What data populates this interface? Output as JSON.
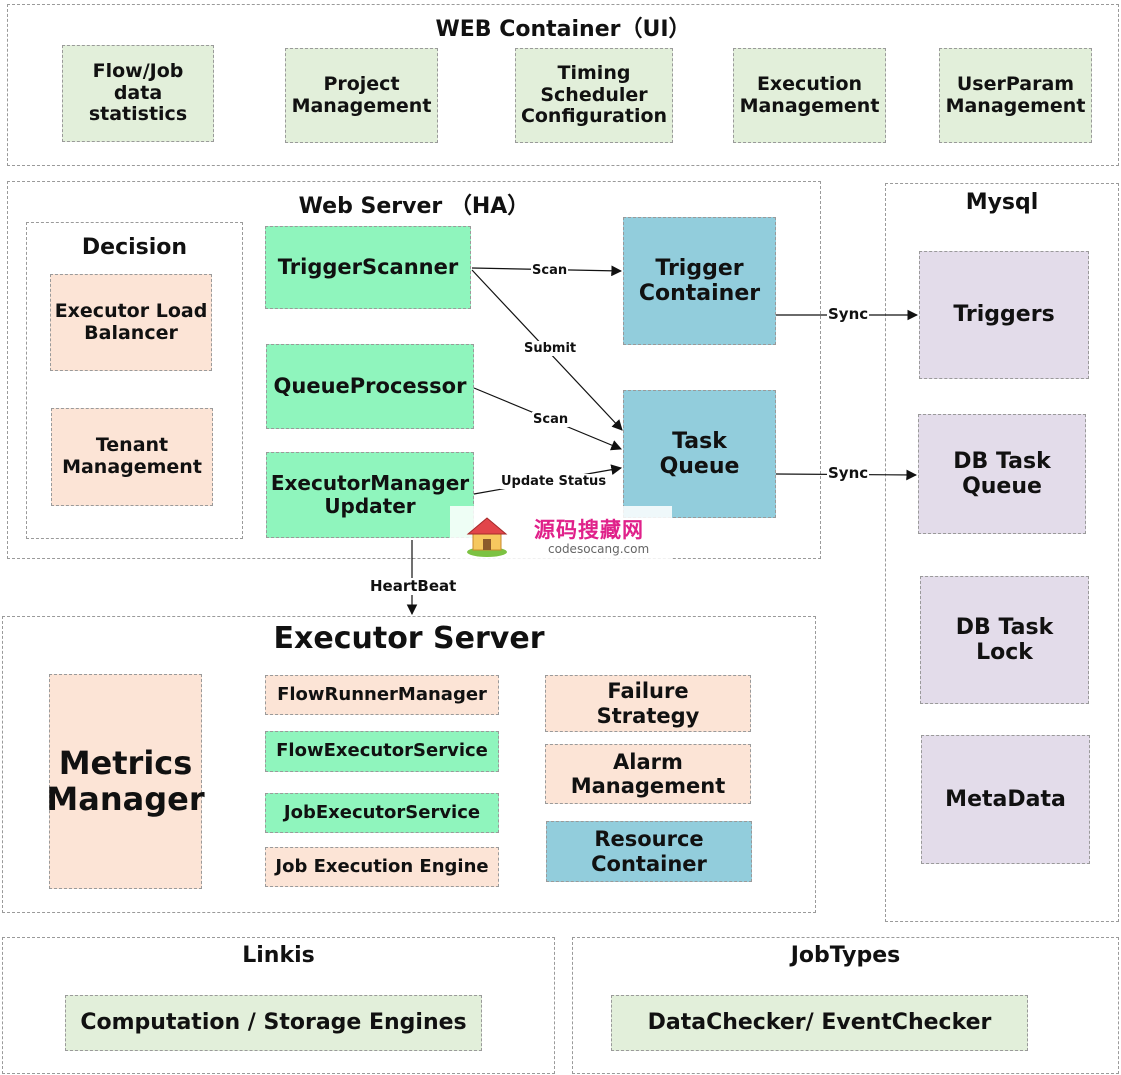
{
  "web_container": {
    "title": "WEB Container（UI）",
    "modules": [
      "Flow/Job\ndata statistics",
      "Project\nManagement",
      "Timing\nScheduler\nConfiguration",
      "Execution\nManagement",
      "UserParam\nManagement"
    ]
  },
  "web_server": {
    "title": "Web Server （HA）",
    "decision": {
      "title": "Decision",
      "items": [
        "Executor Load\nBalancer",
        "Tenant\nManagement"
      ]
    },
    "trigger_scanner": "TriggerScanner",
    "queue_processor": "QueueProcessor",
    "executor_manager_updater": "ExecutorManager\nUpdater",
    "trigger_container": "Trigger\nContainer",
    "task_queue": "Task\nQueue"
  },
  "edges": {
    "scan_trigger": "Scan",
    "submit": "Submit",
    "scan_queue": "Scan",
    "update_status": "Update Status",
    "sync_triggers": "Sync",
    "sync_queue": "Sync",
    "heartbeat": "HeartBeat"
  },
  "mysql": {
    "title": "Mysql",
    "tables": [
      "Triggers",
      "DB Task\nQueue",
      "DB Task\nLock",
      "MetaData"
    ]
  },
  "executor_server": {
    "title": "Executor Server",
    "metrics_manager": "Metrics\nManager",
    "services": [
      "FlowRunnerManager",
      "FlowExecutorService",
      "JobExecutorService",
      "Job Execution Engine"
    ],
    "failure_strategy": "Failure\nStrategy",
    "alarm_management": "Alarm\nManagement",
    "resource_container": "Resource\nContainer"
  },
  "linkis": {
    "title": "Linkis",
    "engines": "Computation / Storage Engines"
  },
  "job_types": {
    "title": "JobTypes",
    "checkers": "DataChecker/ EventChecker"
  },
  "watermark": {
    "brand": "源码搜藏网",
    "domain": "codesocang.com"
  }
}
